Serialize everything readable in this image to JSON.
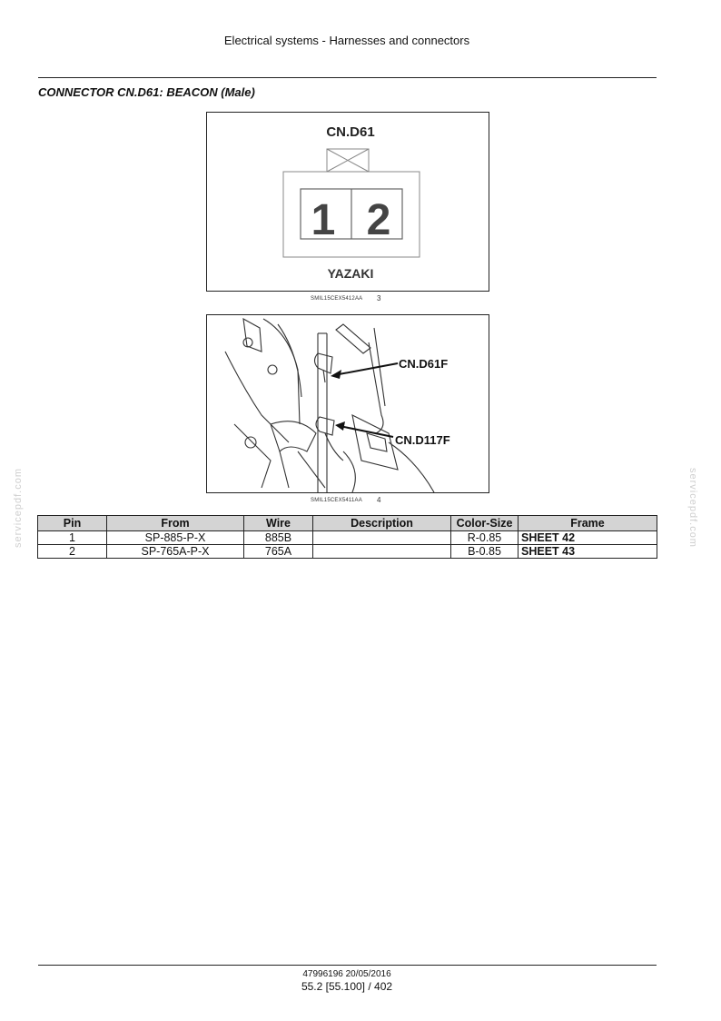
{
  "header": {
    "title": "Electrical systems - Harnesses and connectors"
  },
  "section": {
    "title": "CONNECTOR CN.D61:  BEACON (Male)"
  },
  "figure1": {
    "connector_label": "CN.D61",
    "pins": [
      "1",
      "2"
    ],
    "maker": "YAZAKI",
    "caption": "SMIL15CEX5412AA",
    "number": "3"
  },
  "figure2": {
    "callout_a": "CN.D61F",
    "callout_b": "CN.D117F",
    "caption": "SMIL15CEX5411AA",
    "number": "4"
  },
  "table": {
    "headers": [
      "Pin",
      "From",
      "Wire",
      "Description",
      "Color-Size",
      "Frame"
    ],
    "rows": [
      {
        "pin": "1",
        "from": "SP-885-P-X",
        "wire": "885B",
        "description": "",
        "color_size": "R-0.85",
        "frame": "SHEET 42"
      },
      {
        "pin": "2",
        "from": "SP-765A-P-X",
        "wire": "765A",
        "description": "",
        "color_size": "B-0.85",
        "frame": "SHEET 43"
      }
    ]
  },
  "watermark": {
    "left": "servicepdf.com",
    "right": "servicepdf.com"
  },
  "footer": {
    "doc_ref": "47996196 20/05/2016",
    "page": "55.2 [55.100] / 402"
  }
}
